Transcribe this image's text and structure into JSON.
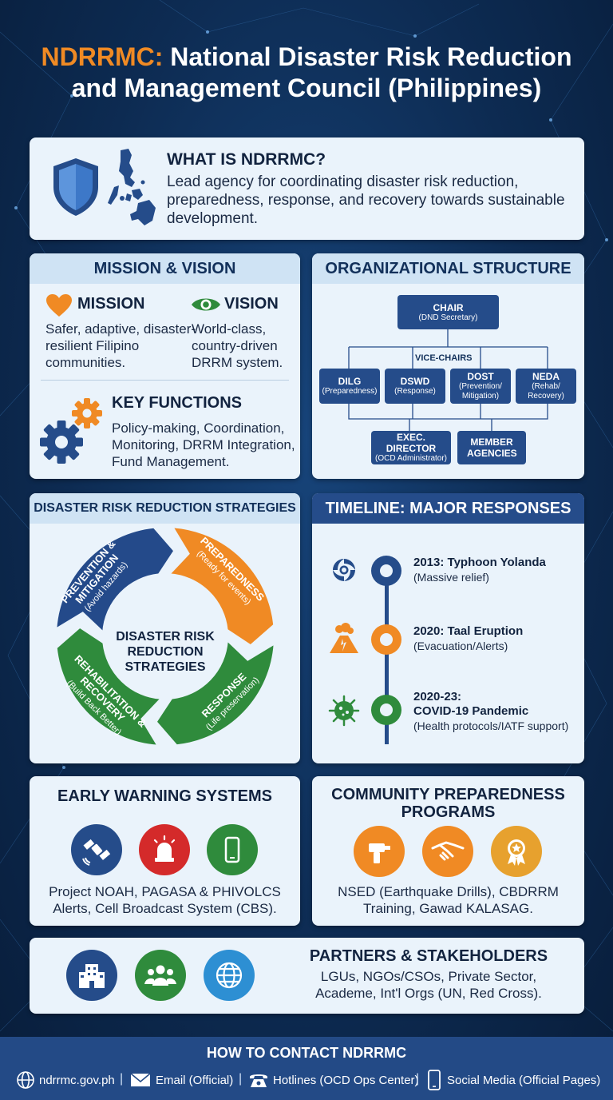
{
  "header": {
    "title_accent": "NDRRMC:",
    "title_line1_rest": "National Disaster Risk Reduction",
    "title_line2": "and Management Council (Philippines)"
  },
  "what_is": {
    "title": "WHAT IS NDRRMC?",
    "description": "Lead agency for coordinating disaster risk reduction, preparedness, response, and recovery towards sustainable development.",
    "icons": [
      "shield-icon",
      "philippines-map-icon"
    ]
  },
  "mission_vision": {
    "heading": "MISSION & VISION",
    "mission_title": "MISSION",
    "mission_text": "Safer, adaptive, disaster-resilient Filipino communities.",
    "vision_title": "VISION",
    "vision_text": "World-class, country-driven DRRM system.",
    "functions_title": "KEY FUNCTIONS",
    "functions_text": "Policy-making, Coordination, Monitoring, DRRM Integration, Fund Management.",
    "icons": [
      "heart-icon",
      "eye-icon",
      "gears-icon"
    ]
  },
  "org_structure": {
    "heading": "ORGANIZATIONAL STRUCTURE",
    "chair": "CHAIR",
    "chair_sub": "(DND Secretary)",
    "vice_chairs_label": "VICE-CHAIRS",
    "vice_chairs": [
      {
        "name": "DILG",
        "role": "(Preparedness)"
      },
      {
        "name": "DSWD",
        "role": "(Response)"
      },
      {
        "name": "DOST",
        "role": "(Prevention/ Mitigation)"
      },
      {
        "name": "NEDA",
        "role": "(Rehab/ Recovery)"
      }
    ],
    "exec_director": "EXEC. DIRECTOR",
    "exec_director_sub": "(OCD Administrator)",
    "member_agencies": "MEMBER AGENCIES"
  },
  "strategies": {
    "heading": "DISASTER RISK REDUCTION STRATEGIES",
    "center_label": "DISASTER RISK REDUCTION STRATEGIES",
    "segments": [
      {
        "title": "PREVENTION & MITIGATION",
        "sub": "(Avoid hazards)",
        "color": "#244a8a"
      },
      {
        "title": "PREPAREDNESS",
        "sub": "(Ready for events)",
        "color": "#f08a24"
      },
      {
        "title": "RESPONSE",
        "sub": "(Life preservation)",
        "color": "#2f8b3c"
      },
      {
        "title": "REHABILITATION & RECOVERY",
        "sub": "(Build Back Better)",
        "color": "#2f8b3c"
      }
    ]
  },
  "timeline": {
    "heading": "TIMELINE: MAJOR RESPONSES",
    "events": [
      {
        "title": "2013: Typhoon Yolanda",
        "sub": "(Massive relief)",
        "icon": "typhoon-icon",
        "color": "#244a8a"
      },
      {
        "title": "2020: Taal Eruption",
        "sub": "(Evacuation/Alerts)",
        "icon": "volcano-icon",
        "color": "#f08a24"
      },
      {
        "title_line1": "2020-23:",
        "title": "COVID-19 Pandemic",
        "sub": "(Health protocols/IATF support)",
        "icon": "virus-icon",
        "color": "#2f8b3c"
      }
    ]
  },
  "early_warning": {
    "heading": "EARLY WARNING SYSTEMS",
    "text": "Project NOAH, PAGASA & PHIVOLCS Alerts, Cell Broadcast System (CBS).",
    "icons": [
      "satellite-icon",
      "siren-icon",
      "phone-icon"
    ],
    "colors": [
      "#244a8a",
      "#d42a2a",
      "#2f8b3c"
    ]
  },
  "community": {
    "heading": "COMMUNITY PREPAREDNESS PROGRAMS",
    "text": "NSED (Earthquake Drills), CBDRRM Training, Gawad KALASAG.",
    "icons": [
      "drill-icon",
      "handshake-icon",
      "award-icon"
    ]
  },
  "partners": {
    "heading": "PARTNERS & STAKEHOLDERS",
    "text": "LGUs, NGOs/CSOs, Private Sector, Academe, Int'l Orgs (UN, Red Cross).",
    "icons": [
      "building-icon",
      "people-icon",
      "globe-icon"
    ]
  },
  "footer": {
    "heading": "HOW TO CONTACT NDRRMC",
    "website": "ndrrmc.gov.ph",
    "email": "Email (Official)",
    "hotlines": "Hotlines (OCD Ops Center)",
    "social": "Social Media (Official Pages)",
    "separator": "|"
  }
}
